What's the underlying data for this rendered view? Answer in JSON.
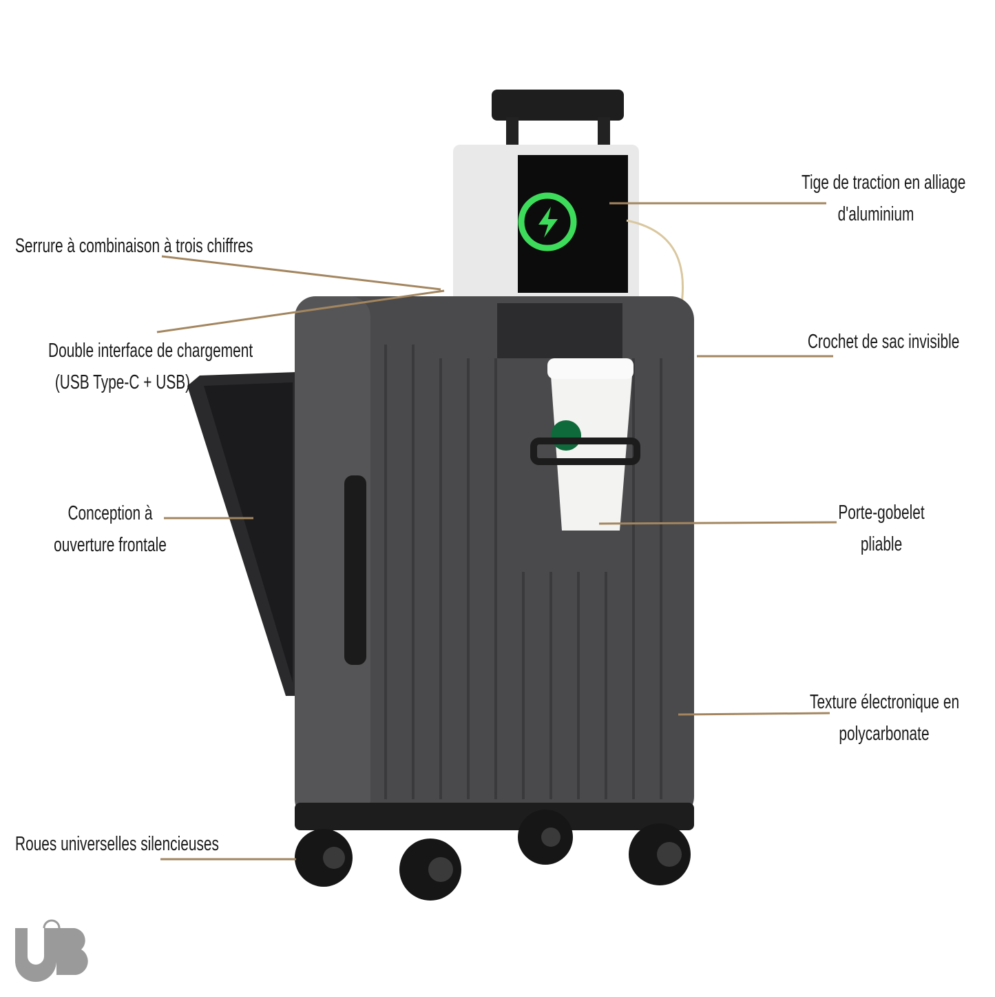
{
  "annotations": {
    "lock": [
      "Serrure à combinaison à trois chiffres"
    ],
    "charging": [
      "Double interface de chargement",
      "(USB Type-C + USB)"
    ],
    "front_opening": [
      "Conception à",
      "ouverture frontale"
    ],
    "wheels": [
      "Roues universelles silencieuses"
    ],
    "handle": [
      "Tige de traction en alliage",
      "d'aluminium"
    ],
    "bag_hook": [
      "Crochet de sac invisible"
    ],
    "cup_holder": [
      "Porte-gobelet",
      "pliable"
    ],
    "shell": [
      "Texture électronique en",
      "polycarbonate"
    ]
  },
  "logo": {
    "text": "UB"
  },
  "colors": {
    "leader_line": "#a3865f",
    "shell": "#4a4a4c",
    "logo": "#9a9a9a",
    "charge_ring": "#3ddc5a"
  }
}
